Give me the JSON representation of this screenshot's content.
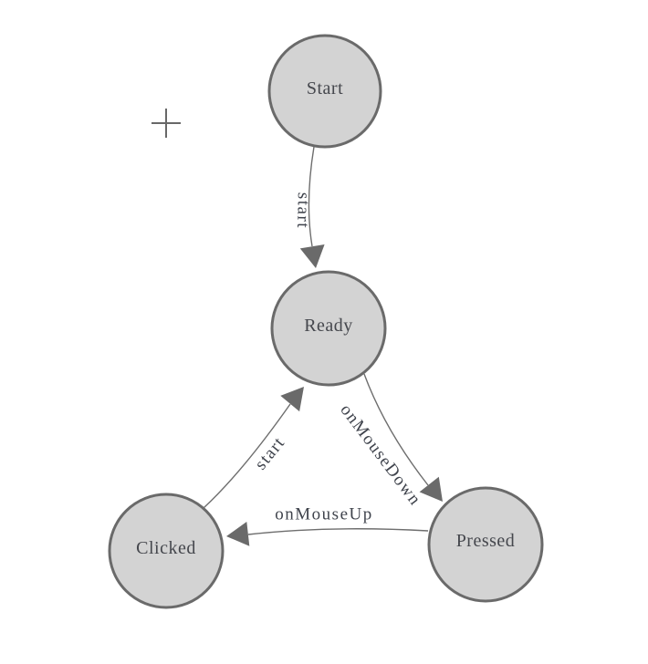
{
  "palette": {
    "background": "#ffffff",
    "node_fill": "#d3d3d3",
    "node_stroke": "#6a6a6a",
    "edge_color": "#6e6e6e",
    "node_label_color": "#45474d",
    "edge_label_color": "#3f434c"
  },
  "diagram": {
    "cursor_marker": "plus-crosshair",
    "nodes": [
      {
        "label": "Start"
      },
      {
        "label": "Ready"
      },
      {
        "label": "Clicked"
      },
      {
        "label": "Pressed"
      }
    ],
    "edges": [
      {
        "label": "start",
        "from": "Start",
        "to": "Ready"
      },
      {
        "label": "start",
        "from": "Clicked",
        "to": "Ready"
      },
      {
        "label": "onMouseDown",
        "from": "Ready",
        "to": "Pressed"
      },
      {
        "label": "onMouseUp",
        "from": "Pressed",
        "to": "Clicked"
      }
    ]
  }
}
